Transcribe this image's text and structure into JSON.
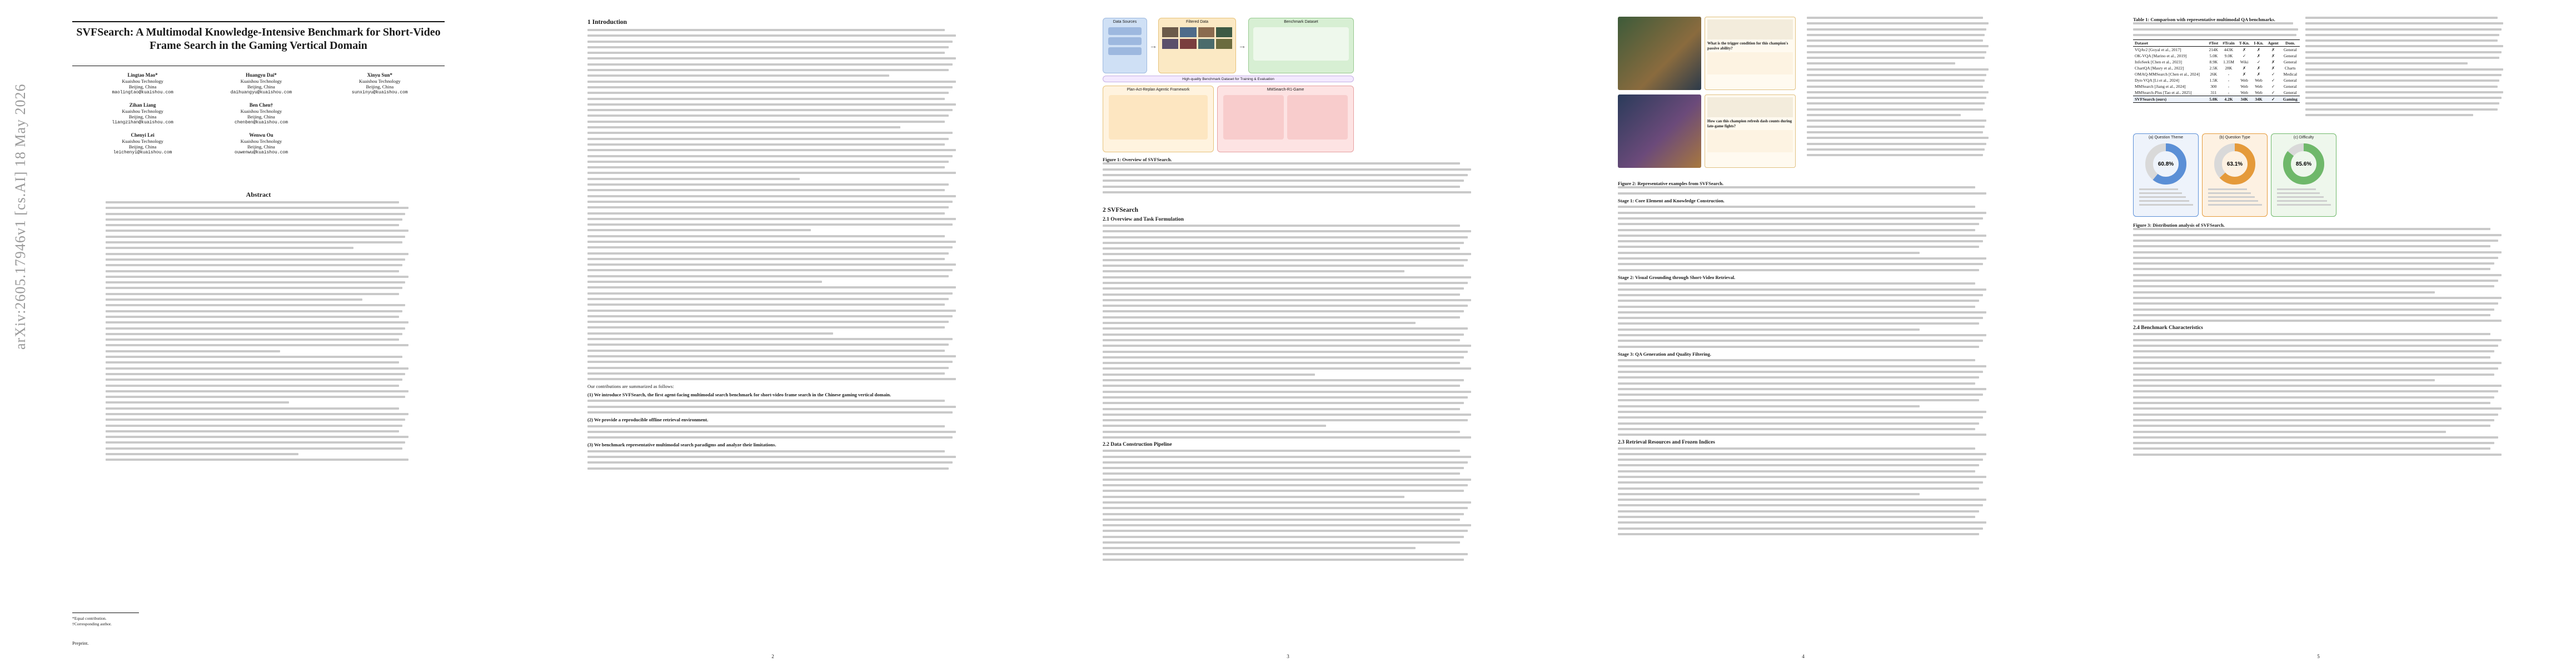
{
  "arxiv_stamp": "arXiv:2605.17946v1  [cs.AI]  18 May 2026",
  "paper": {
    "title": "SVFSearch: A Multimodal Knowledge-Intensive Benchmark for Short-Video Frame Search in the Gaming Vertical Domain",
    "authors": [
      {
        "name": "Lingtao Mao*",
        "org": "Kuaishou Technology",
        "city": "Beijing, China",
        "email": "maolingtao@kuaishou.com"
      },
      {
        "name": "Huangyu Dai*",
        "org": "Kuaishou Technology",
        "city": "Beijing, China",
        "email": "daihuangyu@kuaishou.com"
      },
      {
        "name": "Xinyu Sun*",
        "org": "Kuaishou Technology",
        "city": "Beijing, China",
        "email": "sunxinyu@kuaishou.com"
      },
      {
        "name": "Zihan Liang",
        "org": "Kuaishou Technology",
        "city": "Beijing, China",
        "email": "liangzihan@kuaishou.com"
      },
      {
        "name": "Ben Chen†",
        "org": "Kuaishou Technology",
        "city": "Beijing, China",
        "email": "chenben@kuaishou.com"
      },
      {
        "name": "",
        "org": "",
        "city": "",
        "email": ""
      },
      {
        "name": "Chenyi Lei",
        "org": "Kuaishou Technology",
        "city": "Beijing, China",
        "email": "leichenyi@kuaishou.com"
      },
      {
        "name": "Wenwu Ou",
        "org": "Kuaishou Technology",
        "city": "Beijing, China",
        "email": "ouwenwu@kuaishou.com"
      }
    ],
    "abstract_heading": "Abstract",
    "footnote_equal": "*Equal contribution.",
    "footnote_corr": "†Corresponding author.",
    "preprint": "Preprint."
  },
  "page2": {
    "section": "1   Introduction",
    "contrib_intro": "Our contributions are summarized as follows:",
    "contrib1_bold": "(1) We introduce SVFSearch, the first agent-facing multimodal search benchmark for short-video frame search in the Chinese gaming vertical domain.",
    "contrib2_bold": "(2) We provide a reproducible offline retrieval environment.",
    "contrib3_bold": "(3) We benchmark representative multimodal search paradigms and analyze their limitations."
  },
  "page3": {
    "fig_labels": [
      "Data Sources",
      "Filtered Data",
      "Benchmark Dataset",
      "Plan-Act-Replan Agentic Framework",
      "MMSearch-R1-Game",
      "High-quality Benchmark Dataset for Training & Evaluation"
    ],
    "caption_bold": "Figure 1: Overview of SVFSearch.",
    "section": "2   SVFSearch",
    "sub1": "2.1   Overview and Task Formulation",
    "sub2": "2.2   Data Construction Pipeline"
  },
  "page4": {
    "caption_bold": "Figure 2: Representative examples from SVFSearch.",
    "stage1": "Stage 1: Core Element and Knowledge Construction.",
    "stage2": "Stage 2: Visual Grounding through Short-Video Retrieval.",
    "stage3": "Stage 3: QA Generation and Quality Filtering.",
    "sub": "2.3   Retrieval Resources and Frozen Indices",
    "qa1_question": "What is the trigger condition for this champion's passive ability?",
    "qa2_question": "How can this champion refresh dash counts during late-game fights?"
  },
  "page5": {
    "table_caption_bold": "Table 1: Comparison with representative multimodal QA benchmarks.",
    "table_headers": [
      "Dataset",
      "#Test",
      "#Train",
      "T-Kn.",
      "I-Kn.",
      "Agent",
      "Dom."
    ],
    "table_rows": [
      [
        "VQAv2 [Goyal et al., 2017]",
        "214K",
        "443K",
        "✗",
        "✗",
        "✗",
        "General"
      ],
      [
        "OK-VQA [Marino et al., 2019]",
        "5.0K",
        "9.0K",
        "✓",
        "✗",
        "✗",
        "General"
      ],
      [
        "InfoSeek [Chen et al., 2023]",
        "8.9K",
        "1.35M",
        "Wiki",
        "✓",
        "✗",
        "General"
      ],
      [
        "ChartQA [Masry et al., 2022]",
        "2.5K",
        "28K",
        "✗",
        "✗",
        "✗",
        "Charts"
      ],
      [
        "OMAQ-MMSearch [Chen et al., 2024]",
        "26K",
        "-",
        "✗",
        "✗",
        "✓",
        "Medical"
      ],
      [
        "Dyn-VQA [Li et al., 2024]",
        "1.5K",
        "-",
        "Web",
        "Web",
        "✓",
        "General"
      ],
      [
        "MMSearch [Jiang et al., 2024]",
        "300",
        "-",
        "Web",
        "Web",
        "✓",
        "General"
      ],
      [
        "MMSearch-Plus [Tao et al., 2025]",
        "311",
        "-",
        "Web",
        "Web",
        "✓",
        "General"
      ]
    ],
    "table_last": [
      "SVFSearch (ours)",
      "5.0K",
      "4.2K",
      "34K",
      "34K",
      "✓",
      "Gaming"
    ],
    "donuts": [
      {
        "label": "(a) Question Theme",
        "pct": "60.8%",
        "value": 0.608,
        "color": "#5b8fd6"
      },
      {
        "label": "(b) Question Type",
        "pct": "63.1%",
        "value": 0.631,
        "color": "#e59a3a"
      },
      {
        "label": "(c) Difficulty",
        "pct": "85.6%",
        "value": 0.856,
        "color": "#6fb86a"
      }
    ],
    "fig3_caption_bold": "Figure 3: Distribution analysis of SVFSearch.",
    "sub": "2.4   Benchmark Characteristics"
  },
  "page_numbers": [
    "",
    "2",
    "3",
    "4",
    "5"
  ],
  "colors": {
    "blue": "#cfe0f5",
    "yellow": "#fbe9c4",
    "green": "#d7efd3",
    "red": "#f6d2d2",
    "purple": "#e4d8f3"
  }
}
